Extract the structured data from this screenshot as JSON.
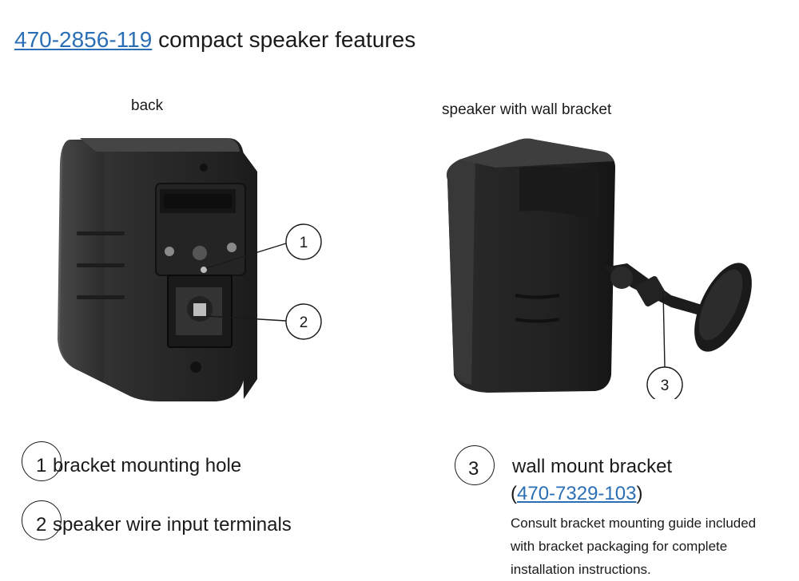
{
  "title": {
    "part_number": "470-2856-119",
    "text": " compact speaker features"
  },
  "left_image": {
    "caption": "back",
    "callouts": [
      "1",
      "2"
    ]
  },
  "right_image": {
    "caption": "speaker with wall bracket",
    "callouts": [
      "3"
    ]
  },
  "legend": [
    {
      "number": "1",
      "label": "bracket mounting hole"
    },
    {
      "number": "2",
      "label": "speaker wire input terminals"
    },
    {
      "number": "3",
      "label": "wall mount bracket"
    }
  ],
  "bracket_part": {
    "open_paren": "(",
    "part_number": "470-7329-103",
    "close_paren": ")"
  },
  "note": {
    "lines": [
      "Consult bracket mounting guide included",
      "with bracket packaging for complete",
      "installation instructions."
    ]
  },
  "colors": {
    "link": "#2a6fb5",
    "text": "#1a1a1a",
    "speaker_body": "#2b2b2b"
  }
}
